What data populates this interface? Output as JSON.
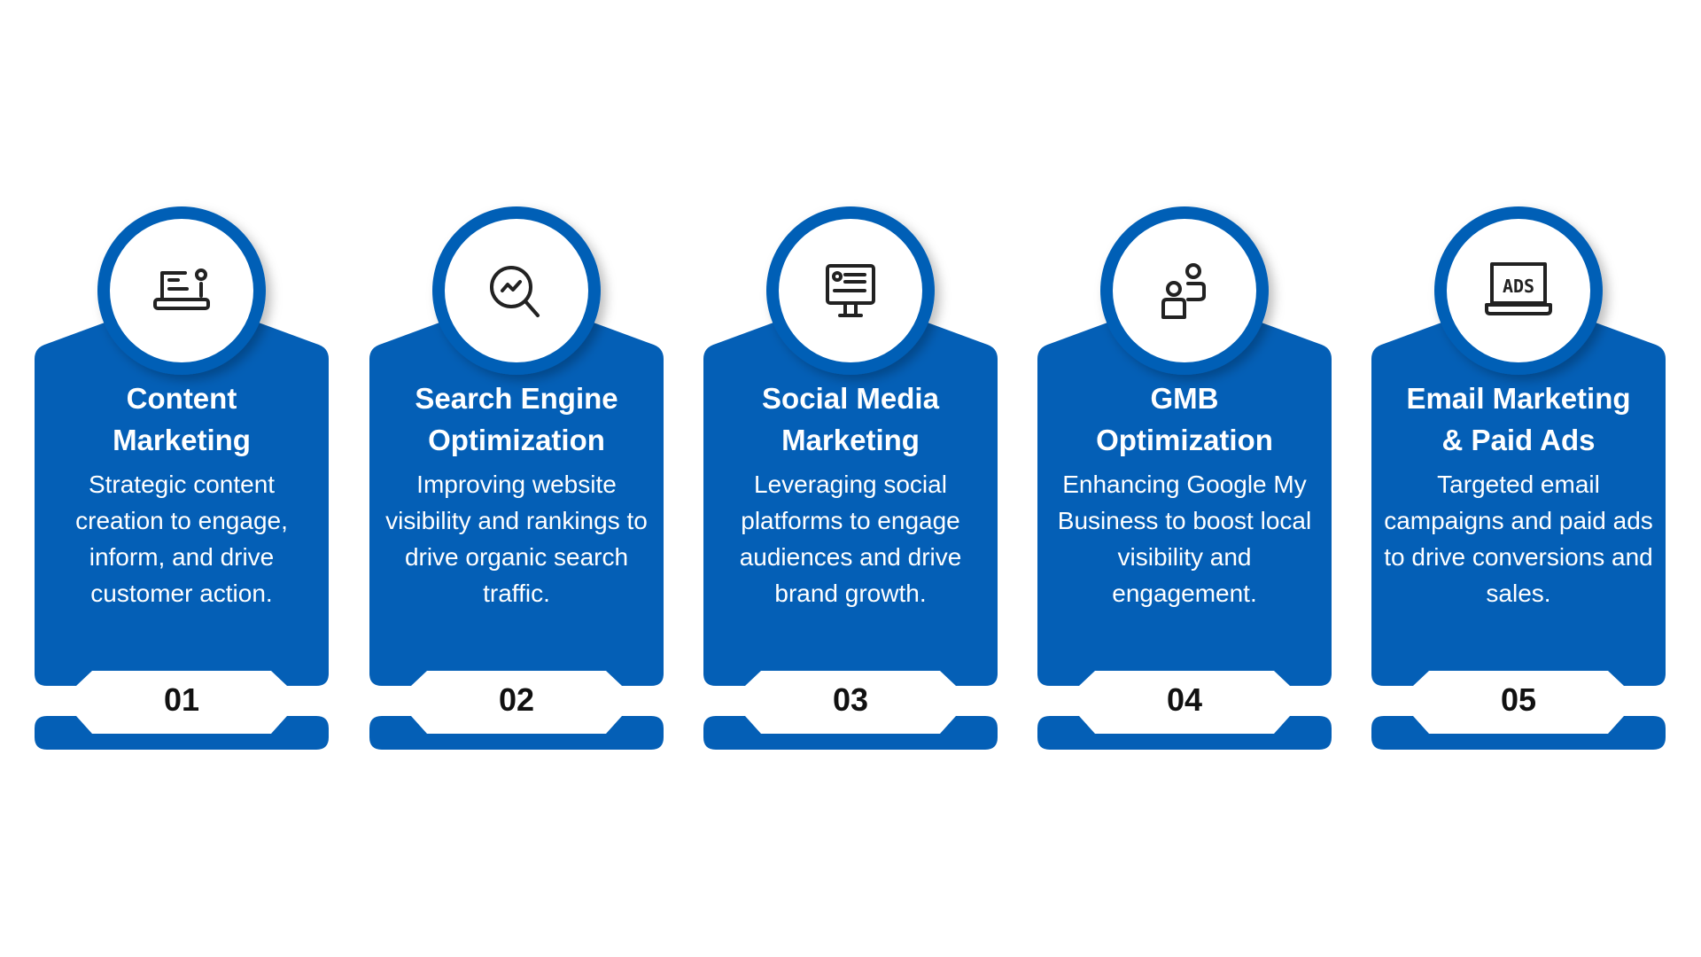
{
  "accent_color": "#045fb6",
  "cards": [
    {
      "number": "01",
      "title_lines": [
        "Content",
        "Marketing"
      ],
      "desc": "Strategic content creation to engage, inform, and drive customer action.",
      "icon": "laptop-content-icon"
    },
    {
      "number": "02",
      "title_lines": [
        "Search Engine",
        "Optimization"
      ],
      "desc": "Improving website visibility and rankings to drive organic search traffic.",
      "icon": "search-analytics-icon"
    },
    {
      "number": "03",
      "title_lines": [
        "Social Media",
        "Marketing"
      ],
      "desc": "Leveraging social platforms to engage audiences and drive brand growth.",
      "icon": "monitor-profile-icon"
    },
    {
      "number": "04",
      "title_lines": [
        "GMB",
        "Optimization"
      ],
      "desc": "Enhancing Google My Business to boost local visibility and engagement.",
      "icon": "people-icon"
    },
    {
      "number": "05",
      "title_lines": [
        "Email Marketing",
        "& Paid Ads"
      ],
      "desc": "Targeted email campaigns and paid ads to drive conversions and sales.",
      "icon": "ads-laptop-icon",
      "ads_label": "ADS"
    }
  ]
}
